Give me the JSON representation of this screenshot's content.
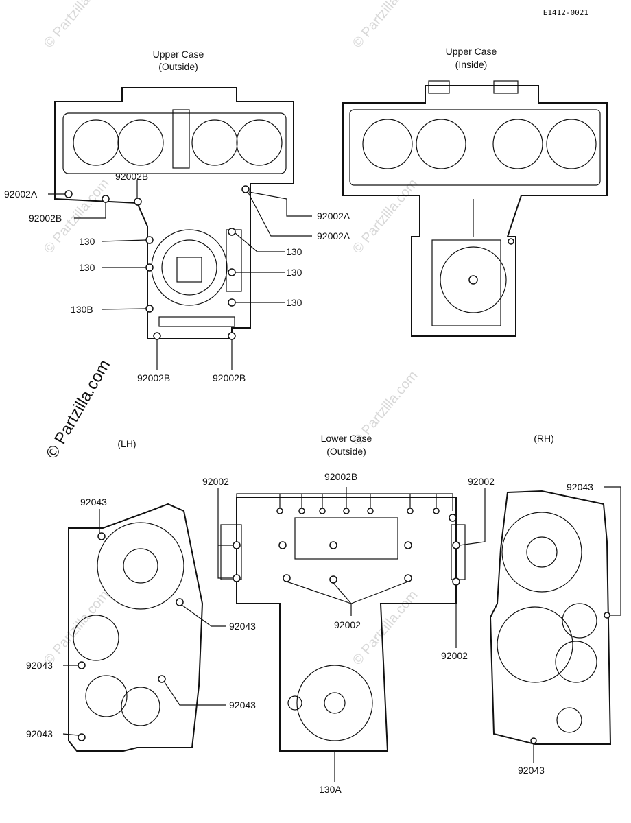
{
  "diagram_code": "E1412-0021",
  "watermark": "© Partzilla.com",
  "views": {
    "upper_outside": {
      "title": "Upper Case",
      "subtitle": "(Outside)"
    },
    "upper_inside": {
      "title": "Upper Case",
      "subtitle": "(Inside)"
    },
    "lower_outside": {
      "title": "Lower Case",
      "subtitle": "(Outside)"
    },
    "lh": {
      "title": "(LH)"
    },
    "rh": {
      "title": "(RH)"
    }
  },
  "callouts": {
    "u1": "92002A",
    "u2": "92002B",
    "u3": "92002B",
    "u4": "92002A",
    "u5": "92002A",
    "u6": "130",
    "u7": "130",
    "u8": "130",
    "u9": "130",
    "u10": "130",
    "u11": "130B",
    "u12": "92002B",
    "u13": "92002B",
    "l1": "92043",
    "l2": "92043",
    "l3": "92043",
    "l4": "92043",
    "l5": "92043",
    "c1": "92002",
    "c2": "92002B",
    "c3": "92002",
    "c4": "92002",
    "c5": "92002",
    "c6": "130A",
    "r1": "92043",
    "r2": "92043"
  }
}
